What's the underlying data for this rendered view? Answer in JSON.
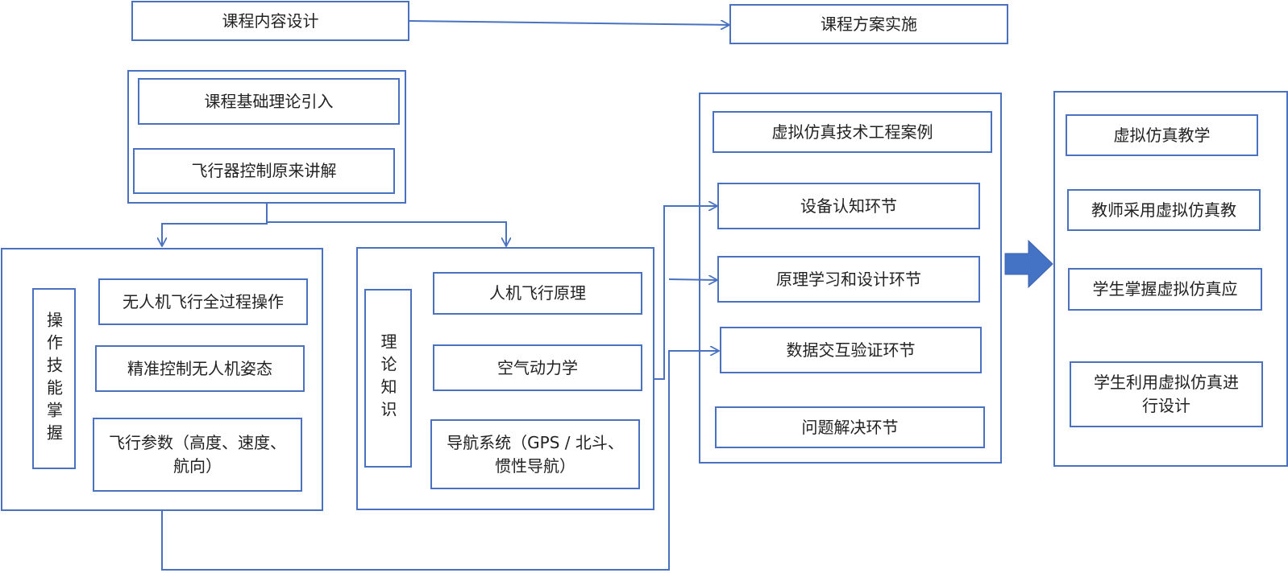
{
  "header": {
    "design": "课程内容设计",
    "implement": "课程方案实施"
  },
  "intro": {
    "item1": "课程基础理论引入",
    "item2": "飞行器控制原来讲解"
  },
  "skills": {
    "side": "操作技能掌握",
    "items": [
      "无人机飞行全过程操作",
      "精准控制无人机姿态",
      "飞行参数（高度、速度、航向）"
    ]
  },
  "theory": {
    "side": "理论知识",
    "items": [
      "人机飞行原理",
      "空气动力学",
      "导航系统（GPS / 北斗、惯性导航）"
    ]
  },
  "cases": {
    "title": "虚拟仿真技术工程案例",
    "items": [
      "设备认知环节",
      "原理学习和设计环节",
      "数据交互验证环节",
      "问题解决环节"
    ]
  },
  "teaching": {
    "title": "虚拟仿真教学",
    "items": [
      "教师采用虚拟仿真教",
      "学生掌握虚拟仿真应",
      "学生利用虚拟仿真进行设计"
    ]
  },
  "colors": {
    "line": "#4a72c0",
    "arrow_fill": "#4472c4"
  }
}
